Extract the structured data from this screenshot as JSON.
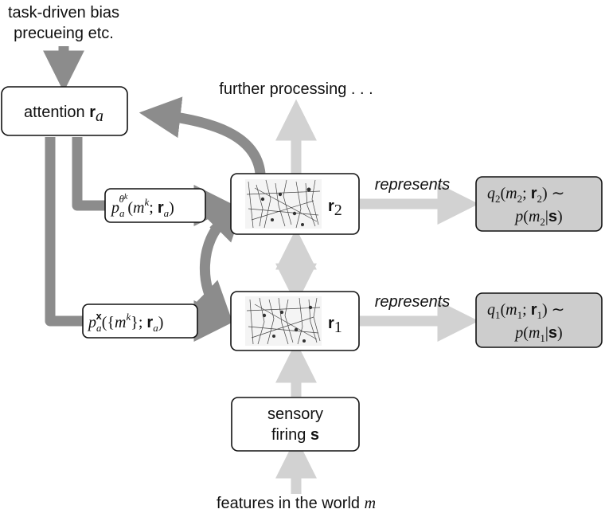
{
  "top_input": {
    "line1": "task-driven bias",
    "line2": "precueing etc."
  },
  "attention_box": {
    "label": "attention",
    "var": "r",
    "sub": "a"
  },
  "further_processing": "further processing . . .",
  "features_label": {
    "text": "features in the world",
    "var": "m"
  },
  "sensory_box": {
    "line1": "sensory",
    "line2": "firing",
    "var": "s"
  },
  "r2_box": {
    "var": "r",
    "sub": "2"
  },
  "r1_box": {
    "var": "r",
    "sub": "1"
  },
  "represents_label": "represents",
  "p_theta": {
    "p": "p",
    "sub": "a",
    "sup": "θ",
    "supsup": "k",
    "arg_open": "(",
    "m": "m",
    "k": "k",
    "semi": ";",
    "r": "r",
    "rsub": "a",
    "close": ")"
  },
  "p_x": {
    "p": "p",
    "sub": "a",
    "sup": "x",
    "arg_open": "({",
    "m": "m",
    "k": "k",
    "mid": "};",
    "r": "r",
    "rsub": "a",
    "close": ")"
  },
  "q2": {
    "q": "q",
    "qsub": "2",
    "open": "(",
    "m": "m",
    "msub": "2",
    "semi": ";",
    "r": "r",
    "rsub": "2",
    "close": ")",
    "sim": "∼",
    "p": "p",
    "popen": "(",
    "pm": "m",
    "pmsub": "2",
    "bar": "|",
    "s": "s",
    "pclose": ")"
  },
  "q1": {
    "q": "q",
    "qsub": "1",
    "open": "(",
    "m": "m",
    "msub": "1",
    "semi": ";",
    "r": "r",
    "rsub": "1",
    "close": ")",
    "sim": "∼",
    "p": "p",
    "popen": "(",
    "pm": "m",
    "pmsub": "1",
    "bar": "|",
    "s": "s",
    "pclose": ")"
  },
  "colors": {
    "dark_arrow": "#8c8c8c",
    "light_arrow": "#d2d2d2",
    "shaded_box": "#cdcdcd"
  }
}
